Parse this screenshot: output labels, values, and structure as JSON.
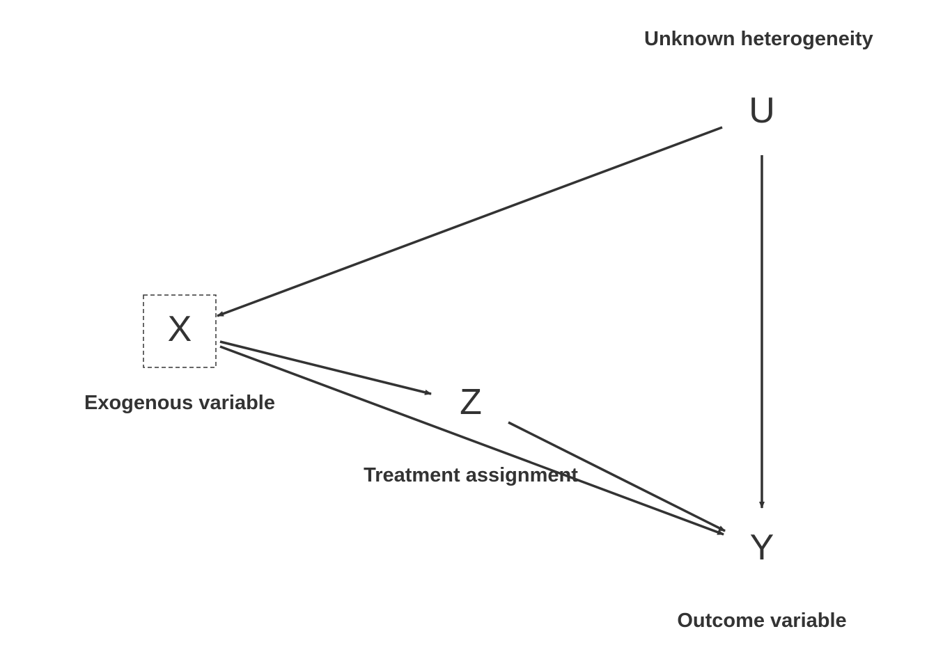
{
  "nodes": {
    "u": {
      "letter": "U",
      "caption": "Unknown heterogeneity"
    },
    "x": {
      "letter": "X",
      "caption": "Exogenous variable"
    },
    "z": {
      "letter": "Z",
      "caption": "Treatment assignment"
    },
    "y": {
      "letter": "Y",
      "caption": "Outcome variable"
    }
  },
  "edges": [
    {
      "from": "U",
      "to": "X"
    },
    {
      "from": "U",
      "to": "Y"
    },
    {
      "from": "X",
      "to": "Z"
    },
    {
      "from": "X",
      "to": "Y"
    },
    {
      "from": "Z",
      "to": "Y"
    }
  ],
  "colors": {
    "ink": "#333333",
    "background": "#ffffff"
  }
}
